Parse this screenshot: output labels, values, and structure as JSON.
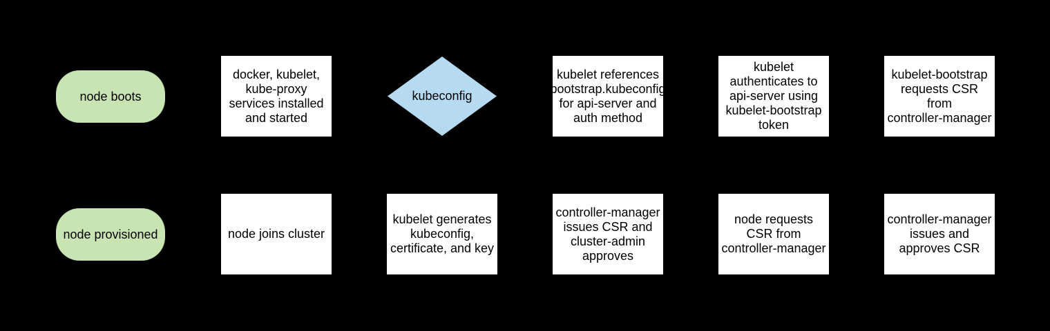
{
  "diagram": {
    "type": "flowchart",
    "colors": {
      "background": "#000000",
      "process": "#ffffff",
      "terminal": "#c8e4b2",
      "decision": "#b6dbf1",
      "text": "#000000"
    },
    "nodes": [
      {
        "id": "node-boots",
        "type": "terminal",
        "label": "node boots"
      },
      {
        "id": "services-installed",
        "type": "process",
        "label": "docker, kubelet,\nkube-proxy\nservices installed\nand started"
      },
      {
        "id": "kubeconfig",
        "type": "decision",
        "label": "kubeconfig"
      },
      {
        "id": "kubelet-references-bootstrap-kubeconfig",
        "type": "process",
        "label": "kubelet references\nbootstrap.kubeconfig\nfor api-server and\nauth method"
      },
      {
        "id": "kubelet-authenticates",
        "type": "process",
        "label": "kubelet\nauthenticates to\napi-server using\nkubelet-bootstrap\ntoken"
      },
      {
        "id": "kubelet-bootstrap-requests-csr",
        "type": "process",
        "label": "kubelet-bootstrap\nrequests CSR\nfrom\ncontroller-manager"
      },
      {
        "id": "node-provisioned",
        "type": "terminal",
        "label": "node provisioned"
      },
      {
        "id": "node-joins-cluster",
        "type": "process",
        "label": "node joins cluster"
      },
      {
        "id": "kubelet-generates-kubeconfig",
        "type": "process",
        "label": "kubelet generates\nkubeconfig,\ncertificate, and key"
      },
      {
        "id": "controller-manager-issues-csr",
        "type": "process",
        "label": "controller-manager\nissues CSR and\ncluster-admin\napproves"
      },
      {
        "id": "node-requests-csr",
        "type": "process",
        "label": "node requests\nCSR from\ncontroller-manager"
      },
      {
        "id": "controller-manager-approves-csr",
        "type": "process",
        "label": "controller-manager\nissues and\napproves CSR"
      }
    ]
  }
}
